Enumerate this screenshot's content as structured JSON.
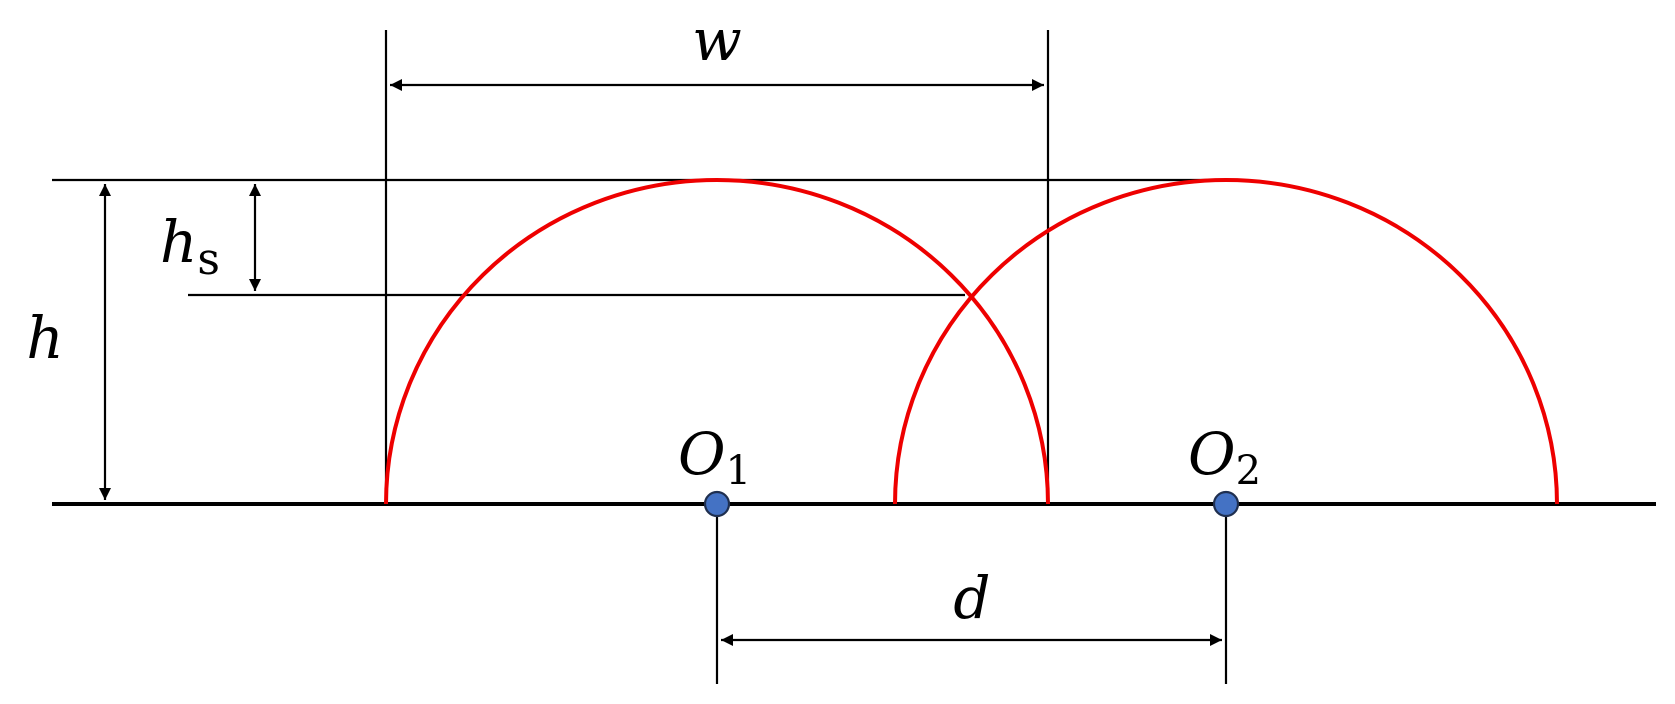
{
  "colors": {
    "arc": "#ee0000",
    "line": "#000000",
    "center_point": "#4472c4",
    "background": "#ffffff"
  },
  "labels": {
    "w": "w",
    "h": "h",
    "hs_main": "h",
    "hs_sub": "s",
    "o1_main": "O",
    "o1_sub": "1",
    "o2_main": "O",
    "o2_sub": "2",
    "d": "d"
  }
}
